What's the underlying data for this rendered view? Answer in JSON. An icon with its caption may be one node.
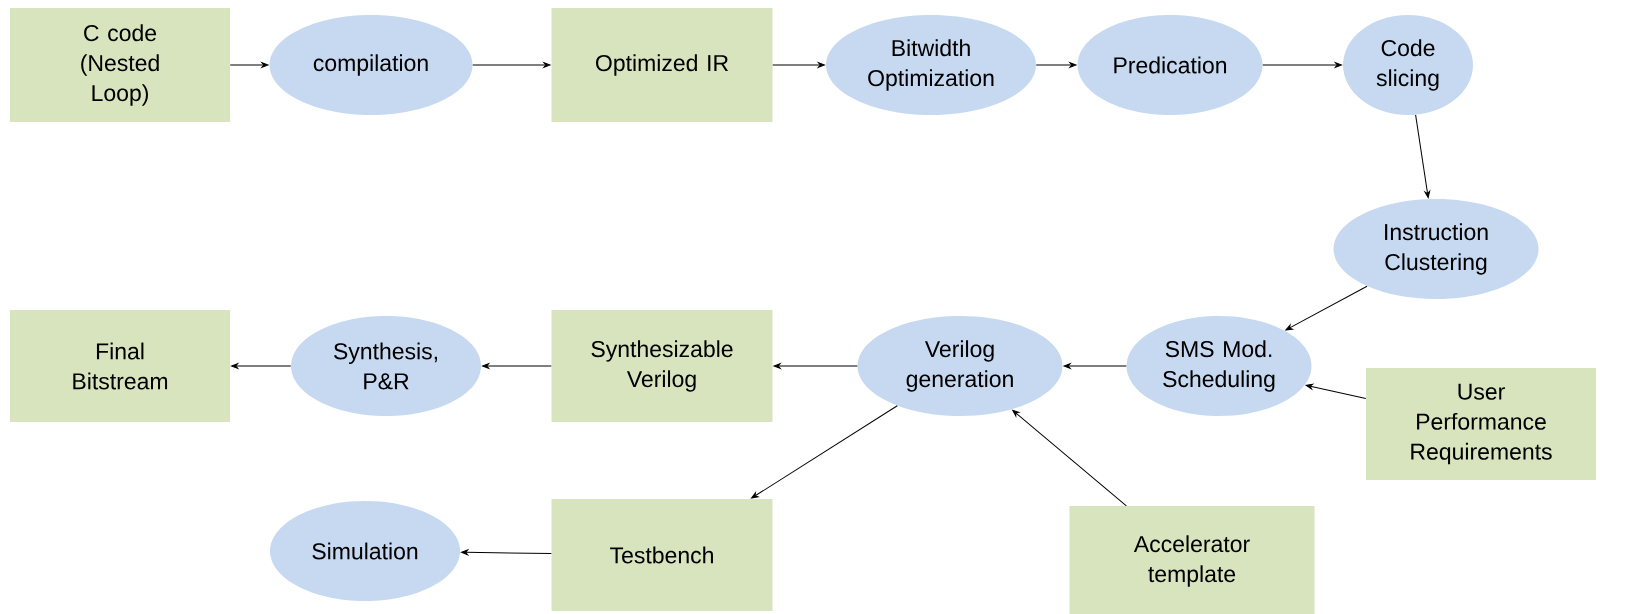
{
  "diagram": {
    "nodes": [
      {
        "text": [
          "C code (Nested Loop)"
        ]
      },
      {
        "text": [
          "compilation"
        ]
      },
      {
        "text": [
          "Optimized IR"
        ]
      },
      {
        "text": [
          "Bitwidth Optimization"
        ]
      },
      {
        "text": [
          "Predication"
        ]
      },
      {
        "text": [
          "Code slicing"
        ]
      },
      {
        "text": [
          "Instruction Clustering"
        ]
      },
      {
        "text": [
          "SMS Mod. Scheduling"
        ]
      },
      {
        "text": [
          "User Performance Requirements"
        ]
      },
      {
        "text": [
          "Verilog generation"
        ]
      },
      {
        "text": [
          "Synthesizable Verilog"
        ]
      },
      {
        "text": [
          "Synthesis, P&R"
        ]
      },
      {
        "text": [
          "Final Bitstream"
        ]
      },
      {
        "text": [
          "Testbench"
        ]
      },
      {
        "text": [
          "Simulation"
        ]
      },
      {
        "text": [
          "Accelerator template"
        ]
      }
    ],
    "edges": [
      {
        "from": 0,
        "to": 1,
        "arrow": "to"
      },
      {
        "from": 1,
        "to": 2,
        "arrow": "to"
      },
      {
        "from": 2,
        "to": 3,
        "arrow": "to"
      },
      {
        "from": 3,
        "to": 4,
        "arrow": "to"
      },
      {
        "from": 4,
        "to": 5,
        "arrow": "to"
      },
      {
        "from": 5,
        "to": 6,
        "arrow": "to"
      },
      {
        "from": 6,
        "to": 7,
        "arrow": "to"
      },
      {
        "from": 8,
        "to": 7,
        "arrow": "to"
      },
      {
        "from": 7,
        "to": 9,
        "arrow": "to"
      },
      {
        "from": 15,
        "to": 9,
        "arrow": "to"
      },
      {
        "from": 9,
        "to": 10,
        "arrow": "to"
      },
      {
        "from": 9,
        "to": 13,
        "arrow": "to"
      },
      {
        "from": 10,
        "to": 11,
        "arrow": "to"
      },
      {
        "from": 11,
        "to": 12,
        "arrow": "to"
      },
      {
        "from": 13,
        "to": 14,
        "arrow": "to"
      }
    ]
  }
}
